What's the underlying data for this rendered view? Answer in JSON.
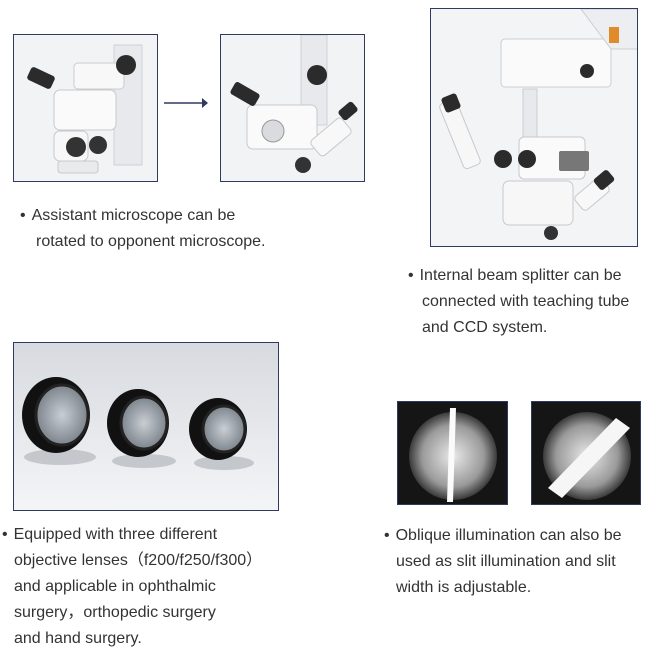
{
  "captions": {
    "assistant": {
      "lines": [
        "Assistant microscope can be",
        "rotated to opponent microscope."
      ]
    },
    "splitter": {
      "lines": [
        "Internal beam splitter can be",
        "connected with teaching tube",
        "and CCD system."
      ]
    },
    "lenses": {
      "lines": [
        "Equipped with three different",
        "objective lenses（f200/f250/f300）",
        "and applicable in ophthalmic",
        "surgery，orthopedic surgery",
        "and hand surgery."
      ]
    },
    "oblique": {
      "lines": [
        "Oblique illumination can also be",
        "used as slit illumination and slit",
        "width is adjustable."
      ]
    }
  },
  "bullet": "•",
  "colors": {
    "frame": "#2f3a63",
    "text": "#333333",
    "accent": "#e08a2a"
  }
}
